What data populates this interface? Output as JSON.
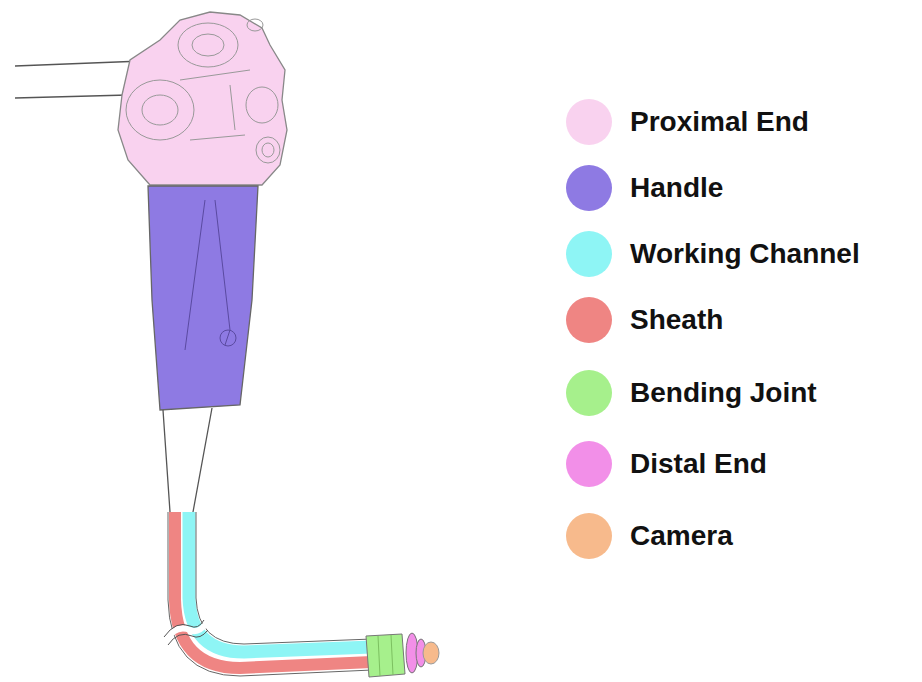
{
  "diagram": {
    "legend": [
      {
        "text": "Proximal End",
        "color": "#f9d2ef"
      },
      {
        "text": "Handle",
        "color": "#8e7ae3"
      },
      {
        "text": "Working Channel",
        "color": "#8ef5f5"
      },
      {
        "text": "Sheath",
        "color": "#ef8583"
      },
      {
        "text": "Bending Joint",
        "color": "#a6f08c"
      },
      {
        "text": "Distal End",
        "color": "#f28fe8"
      },
      {
        "text": "Camera",
        "color": "#f7ba8c"
      }
    ]
  }
}
